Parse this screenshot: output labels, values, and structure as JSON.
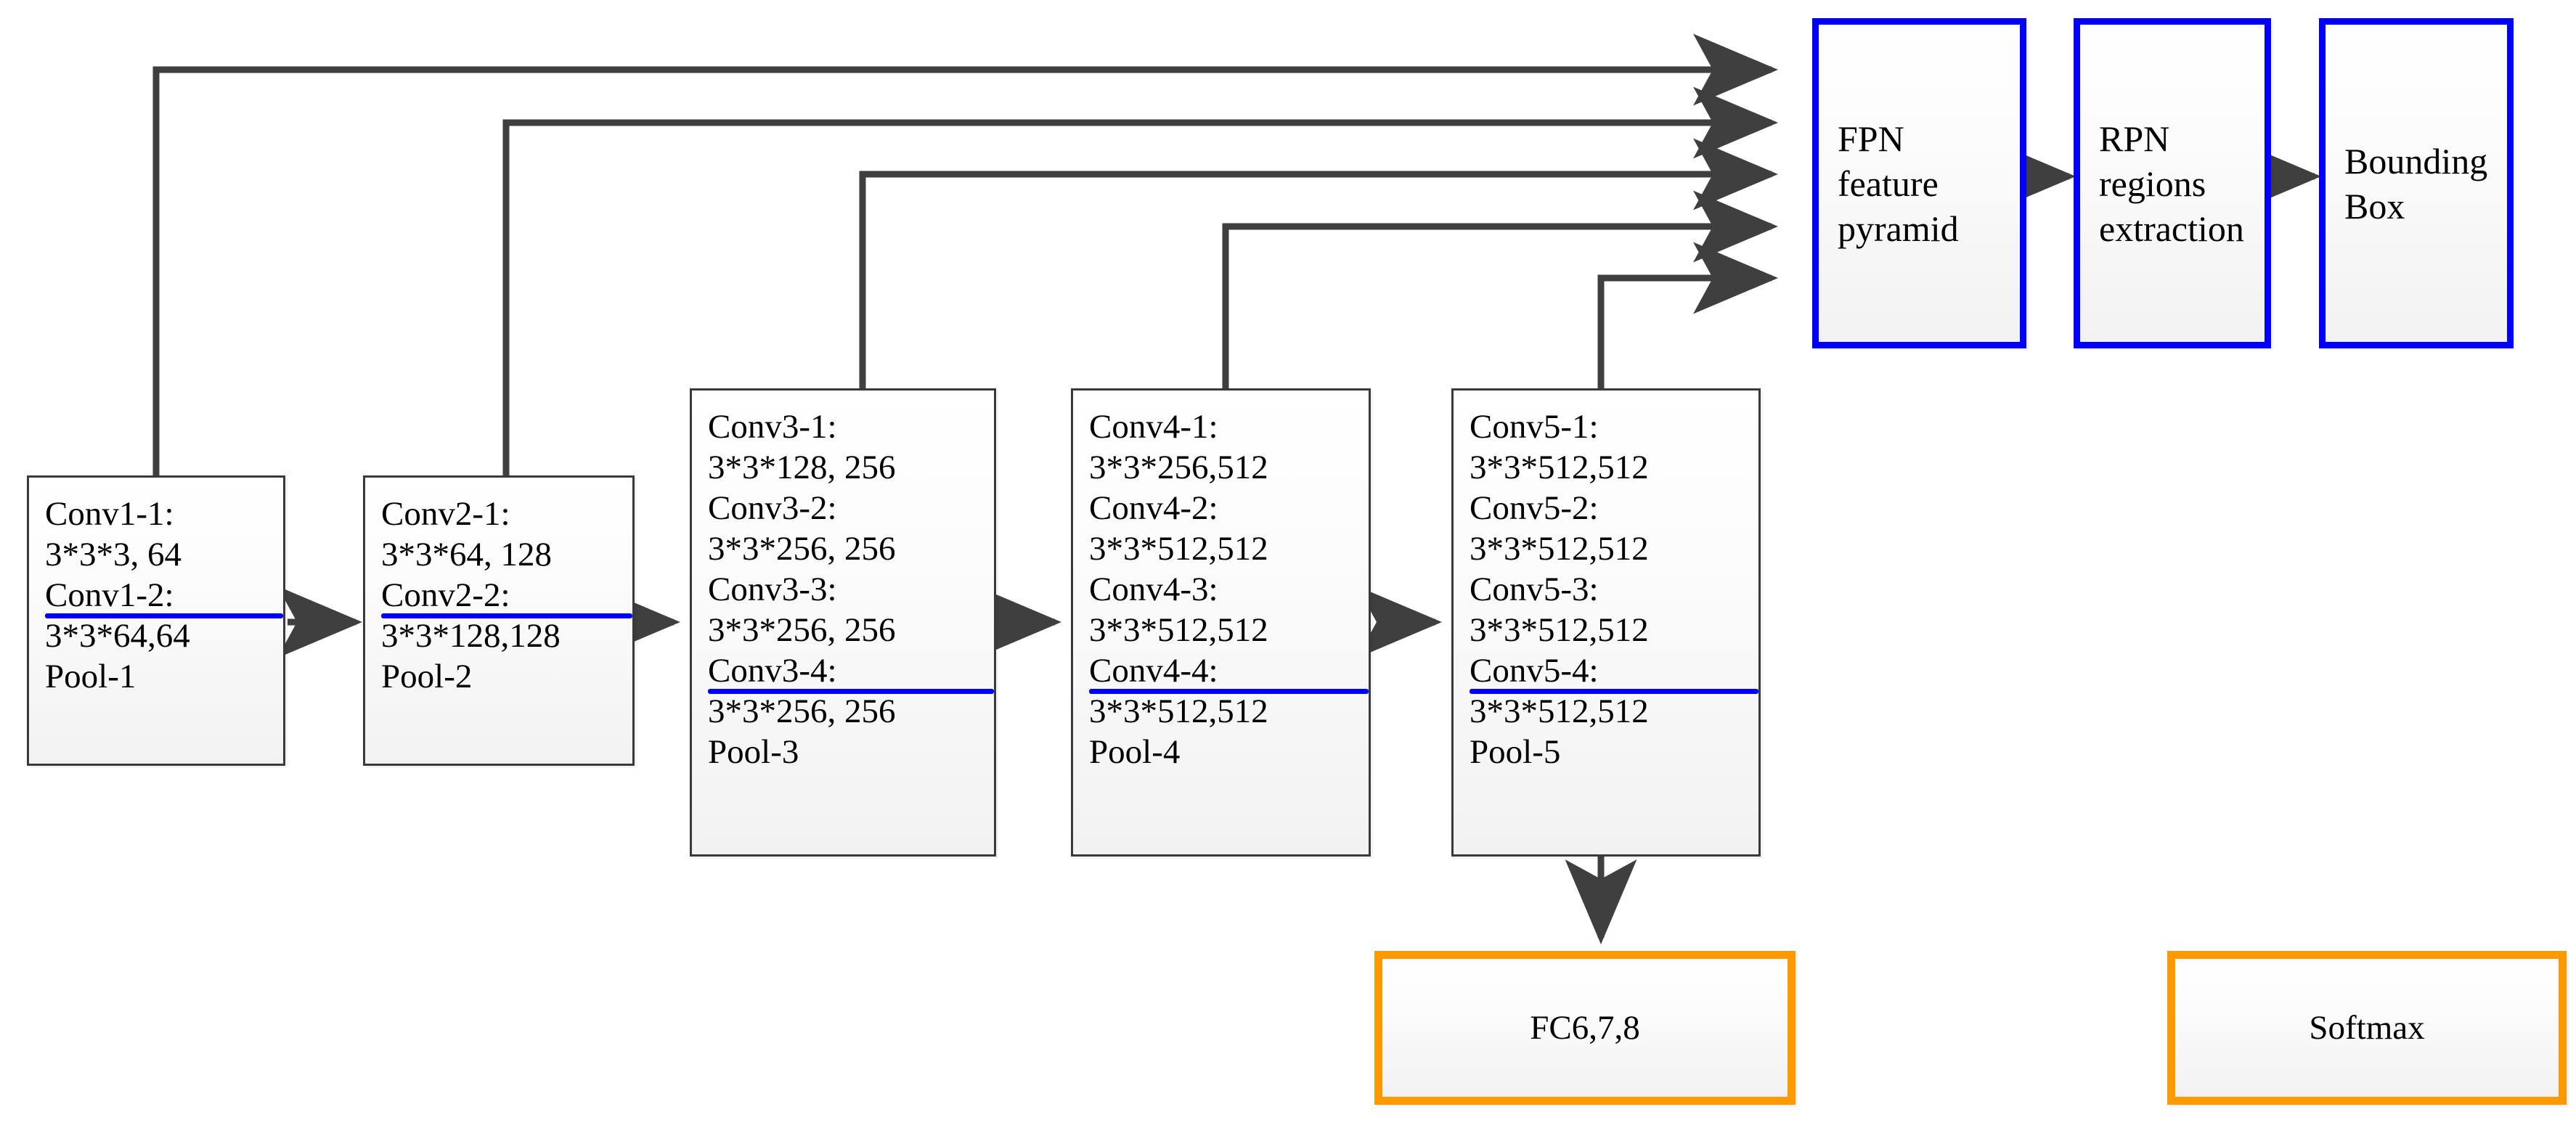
{
  "diagram": {
    "title": "VGG19 backbone with FPN and RPN detection head",
    "colors": {
      "conv_border": "#3a3a3a",
      "highlight_underline": "#0000ff",
      "detection_border": "#0000ff",
      "classification_border": "#ff9900",
      "arrow": "#3f3f3f",
      "box_fill": "#f2f2f2"
    },
    "conv_blocks": [
      {
        "id": "conv1",
        "lines": [
          {
            "text": "Conv1-1:",
            "underlined": false
          },
          {
            "text": "3*3*3,  64",
            "underlined": false
          },
          {
            "text": "Conv1-2:",
            "underlined": true
          },
          {
            "text": "3*3*64,64",
            "underlined": false
          },
          {
            "text": "Pool-1",
            "underlined": false
          }
        ]
      },
      {
        "id": "conv2",
        "lines": [
          {
            "text": "Conv2-1:",
            "underlined": false
          },
          {
            "text": "3*3*64,  128",
            "underlined": false
          },
          {
            "text": "Conv2-2:",
            "underlined": true
          },
          {
            "text": "3*3*128,128",
            "underlined": false
          },
          {
            "text": "Pool-2",
            "underlined": false
          }
        ]
      },
      {
        "id": "conv3",
        "lines": [
          {
            "text": "Conv3-1:",
            "underlined": false
          },
          {
            "text": "3*3*128, 256",
            "underlined": false
          },
          {
            "text": "Conv3-2:",
            "underlined": false
          },
          {
            "text": "3*3*256, 256",
            "underlined": false
          },
          {
            "text": "Conv3-3:",
            "underlined": false
          },
          {
            "text": "3*3*256, 256",
            "underlined": false
          },
          {
            "text": "Conv3-4:",
            "underlined": true
          },
          {
            "text": "3*3*256, 256",
            "underlined": false
          },
          {
            "text": "Pool-3",
            "underlined": false
          }
        ]
      },
      {
        "id": "conv4",
        "lines": [
          {
            "text": "Conv4-1:",
            "underlined": false
          },
          {
            "text": "3*3*256,512",
            "underlined": false
          },
          {
            "text": "Conv4-2:",
            "underlined": false
          },
          {
            "text": "3*3*512,512",
            "underlined": false
          },
          {
            "text": "Conv4-3:",
            "underlined": false
          },
          {
            "text": "3*3*512,512",
            "underlined": false
          },
          {
            "text": "Conv4-4:",
            "underlined": true
          },
          {
            "text": "3*3*512,512",
            "underlined": false
          },
          {
            "text": "Pool-4",
            "underlined": false
          }
        ]
      },
      {
        "id": "conv5",
        "lines": [
          {
            "text": "Conv5-1:",
            "underlined": false
          },
          {
            "text": "3*3*512,512",
            "underlined": false
          },
          {
            "text": "Conv5-2:",
            "underlined": false
          },
          {
            "text": "3*3*512,512",
            "underlined": false
          },
          {
            "text": "Conv5-3:",
            "underlined": false
          },
          {
            "text": "3*3*512,512",
            "underlined": false
          },
          {
            "text": "Conv5-4:",
            "underlined": true
          },
          {
            "text": "3*3*512,512",
            "underlined": false
          },
          {
            "text": "Pool-5",
            "underlined": false
          }
        ]
      }
    ],
    "detection_blocks": [
      {
        "id": "fpn",
        "lines": [
          "FPN",
          "feature",
          "pyramid"
        ]
      },
      {
        "id": "rpn",
        "lines": [
          "RPN",
          "regions",
          "extraction"
        ]
      },
      {
        "id": "bbox",
        "lines": [
          "Bounding",
          "Box"
        ]
      }
    ],
    "classification_blocks": [
      {
        "id": "fc",
        "label": "FC6,7,8"
      },
      {
        "id": "softmax",
        "label": "Softmax"
      }
    ]
  }
}
